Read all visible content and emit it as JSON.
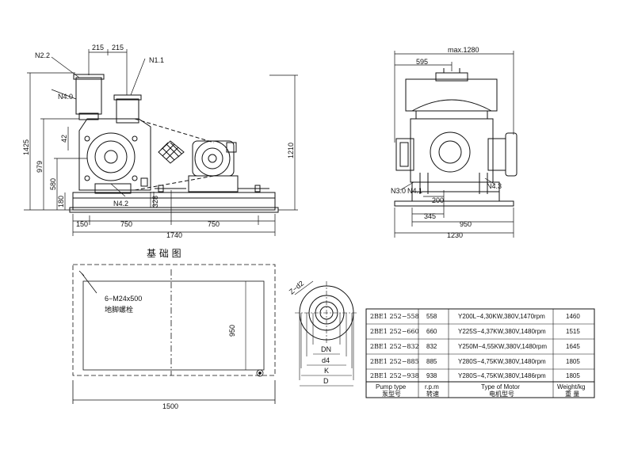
{
  "front_view": {
    "labels": {
      "n22": "N2.2",
      "n40": "N4.0",
      "n11": "N1.1",
      "n42": "N4.2"
    },
    "dims": {
      "d215a": "215",
      "d215b": "215",
      "d1425": "1425",
      "d979": "979",
      "d580": "580",
      "d180": "180",
      "d42": "42",
      "d328": "328",
      "d1210": "1210",
      "d150": "150",
      "d750a": "750",
      "d750b": "750",
      "d1740": "1740"
    }
  },
  "side_view": {
    "labels": {
      "n30": "N3.0",
      "n41": "N4.1",
      "n43": "N4.3"
    },
    "dims": {
      "d595": "595",
      "dmax": "max.1280",
      "d200": "200",
      "d345": "345",
      "d950": "950",
      "d1230": "1230"
    }
  },
  "foundation": {
    "title": "基 础 图",
    "bolt_spec": "6−M24x500",
    "bolt_name": "地脚螺栓",
    "dims": {
      "d950": "950",
      "d1500": "1500"
    }
  },
  "flange": {
    "labels": {
      "zd": "Z−d2",
      "dn": "DN",
      "d4": "d4",
      "k": "K",
      "d": "D"
    }
  },
  "table": {
    "rows": [
      {
        "pump": "2BE1 252−558",
        "rpm": "558",
        "motor": "Y200L−4,30KW,380V,1470rpm",
        "weight": "1460"
      },
      {
        "pump": "2BE1 252−660",
        "rpm": "660",
        "motor": "Y225S−4,37KW,380V,1480rpm",
        "weight": "1515"
      },
      {
        "pump": "2BE1 252−832",
        "rpm": "832",
        "motor": "Y250M−4,55KW,380V,1480rpm",
        "weight": "1645"
      },
      {
        "pump": "2BE1 252−885",
        "rpm": "885",
        "motor": "Y280S−4,75KW,380V,1480rpm",
        "weight": "1805"
      },
      {
        "pump": "2BE1 252−938",
        "rpm": "938",
        "motor": "Y280S−4,75KW,380V,1486rpm",
        "weight": "1805"
      }
    ],
    "header": {
      "pump_en": "Pump type",
      "pump_cn": "泵型号",
      "rpm_en": "r.p.m",
      "rpm_cn": "转速",
      "motor_en": "Type of Motor",
      "motor_cn": "电机型号",
      "weight_en": "Weight/kg",
      "weight_cn": "重 量"
    }
  }
}
